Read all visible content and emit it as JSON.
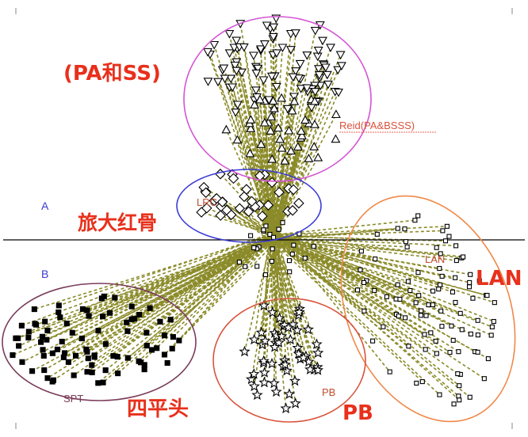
{
  "chart_data": {
    "type": "scatter",
    "title": "",
    "xlabel": "",
    "ylabel": "",
    "grid": false,
    "description_axes": "horizontal baseline divides region A (above) and B (below)",
    "region_labels": [
      {
        "key": "A",
        "text": "A"
      },
      {
        "key": "B",
        "text": "B"
      }
    ],
    "groups": [
      {
        "key": "pass",
        "marker": "inverted-triangle",
        "color": "#d455d4",
        "inner_label": "Reid(PA&BSSS)",
        "outer_label": "(PA和SS)",
        "outer_color": "#e8301c"
      },
      {
        "key": "lrc",
        "marker": "diamond",
        "color": "#3b3bd6",
        "inner_label": "LRC",
        "outer_label": "旅大红骨",
        "outer_color": "#e8301c"
      },
      {
        "key": "lan",
        "marker": "open-square",
        "color": "#f0894a",
        "inner_label": "LAN",
        "outer_label": "LAN",
        "outer_color": "#e8301c"
      },
      {
        "key": "spt",
        "marker": "filled-square",
        "color": "#7a3d5a",
        "inner_label": "SPT",
        "outer_label": "四平头",
        "outer_color": "#e8301c"
      },
      {
        "key": "pb",
        "marker": "star",
        "color": "#d9533d",
        "inner_label": "PB",
        "outer_label": "PB",
        "outer_color": "#e8301c"
      }
    ],
    "line_color": "#8b8b2a",
    "axis_color": "#000000"
  }
}
